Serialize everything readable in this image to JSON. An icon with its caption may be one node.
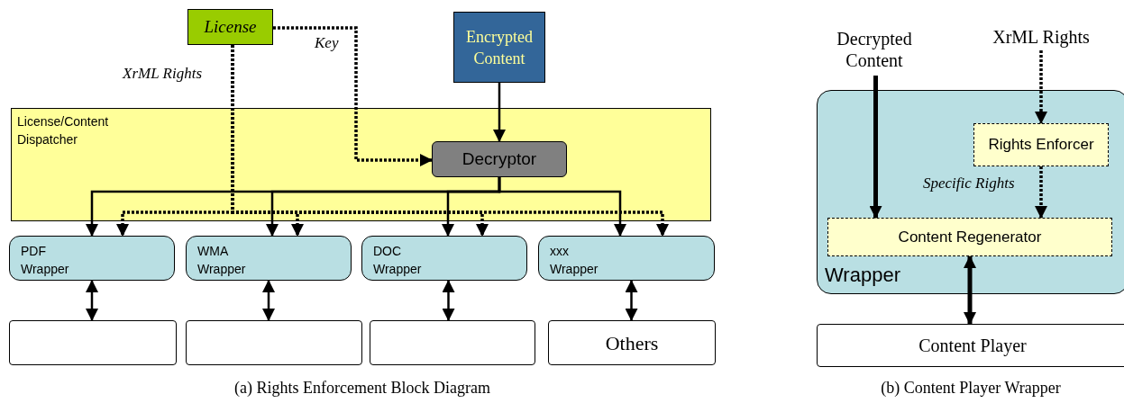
{
  "diagram": {
    "nodes": [
      {
        "text": [
          "License"
        ]
      },
      {
        "text": [
          "Encrypted Content"
        ]
      },
      {
        "text": [
          "License/Content Dispatcher"
        ]
      },
      {
        "text": [
          "Decryptor"
        ],
        "in": 2
      },
      {
        "text": [
          "PDF Wrapper"
        ]
      },
      {
        "text": [
          "WMA Wrapper"
        ]
      },
      {
        "text": [
          "DOC Wrapper"
        ]
      },
      {
        "text": [
          "xxx Wrapper"
        ]
      },
      {
        "text": [],
        "shape": "box"
      },
      {
        "text": [],
        "shape": "box"
      },
      {
        "text": [],
        "shape": "box"
      },
      {
        "text": [
          "Others"
        ]
      },
      {
        "text": [
          "Decrypted Content"
        ]
      },
      {
        "text": [
          "XrML Rights"
        ]
      },
      {
        "text": [
          "Wrapper"
        ]
      },
      {
        "text": [
          "Rights Enforcer"
        ],
        "in": 14
      },
      {
        "text": [
          "Content Regenerator"
        ],
        "in": 14
      },
      {
        "text": [
          "Content Player"
        ]
      }
    ],
    "edges": [
      {
        "from": 0,
        "to": 3,
        "arrow": "to",
        "label": "Key",
        "style": "dashed"
      },
      {
        "from": 1,
        "to": 3,
        "arrow": "to"
      },
      {
        "from": 3,
        "to": 4,
        "arrow": "to"
      },
      {
        "from": 3,
        "to": 5,
        "arrow": "to"
      },
      {
        "from": 3,
        "to": 6,
        "arrow": "to"
      },
      {
        "from": 3,
        "to": 7,
        "arrow": "to"
      },
      {
        "from": 0,
        "to": 4,
        "arrow": "to",
        "label": "XrML Rights",
        "style": "dashed"
      },
      {
        "from": 0,
        "to": 5,
        "arrow": "to",
        "style": "dashed"
      },
      {
        "from": 0,
        "to": 6,
        "arrow": "to",
        "style": "dashed"
      },
      {
        "from": 0,
        "to": 7,
        "arrow": "to",
        "style": "dashed"
      },
      {
        "from": 4,
        "to": 8,
        "arrow": "both"
      },
      {
        "from": 5,
        "to": 9,
        "arrow": "both"
      },
      {
        "from": 6,
        "to": 10,
        "arrow": "both"
      },
      {
        "from": 7,
        "to": 11,
        "arrow": "both"
      },
      {
        "from": 12,
        "to": 16,
        "arrow": "to",
        "style": "thick"
      },
      {
        "from": 13,
        "to": 15,
        "arrow": "to",
        "style": "dashed"
      },
      {
        "from": 15,
        "to": 16,
        "arrow": "to",
        "label": "Specific Rights",
        "style": "dashed"
      },
      {
        "from": 16,
        "to": 17,
        "arrow": "both",
        "style": "thick"
      }
    ],
    "labels": [
      "(a) Rights Enforcement Block Diagram",
      "(b) Content Player Wrapper"
    ]
  }
}
